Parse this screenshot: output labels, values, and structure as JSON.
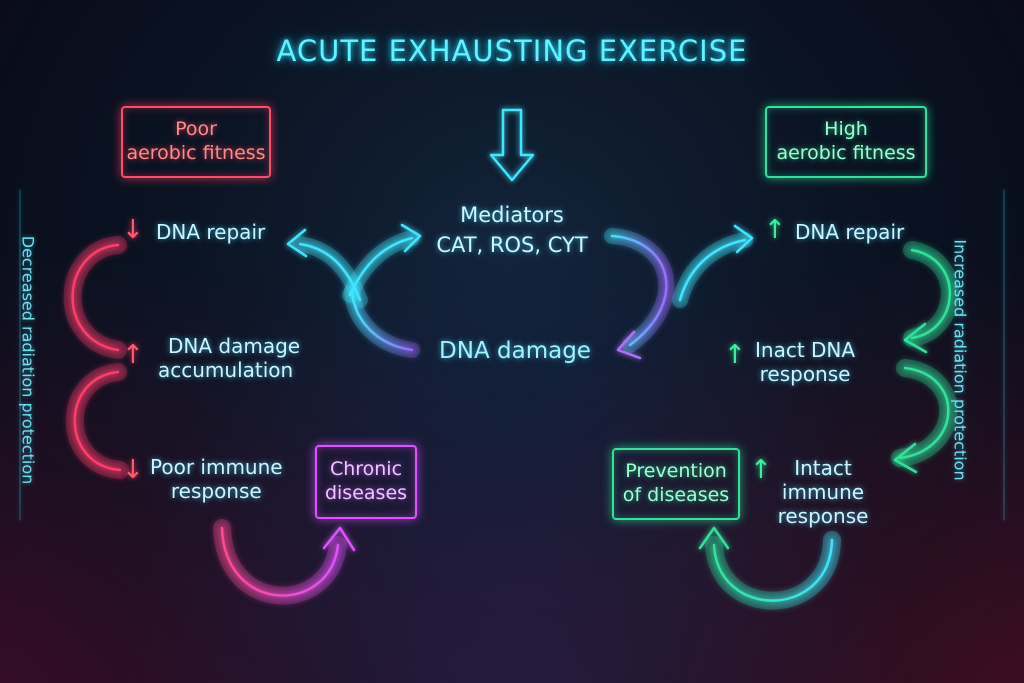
{
  "title": "ACUTE EXHAUSTING EXERCISE",
  "left": {
    "box_line1": "Poor",
    "box_line2": "aerobic fitness",
    "dna_repair": "DNA repair",
    "dna_damage_line1": "DNA damage",
    "dna_damage_line2": "accumulation",
    "immune_line1": "Poor immune",
    "immune_line2": "response",
    "chronic_line1": "Chronic",
    "chronic_line2": "diseases",
    "side_label": "Decreased radiation protection",
    "down_glyph": "↓",
    "up_glyph": "↑"
  },
  "center": {
    "mediators": "Mediators",
    "mediators_list": "CAT, ROS, CYT",
    "dna_damage": "DNA damage"
  },
  "right": {
    "box_line1": "High",
    "box_line2": "aerobic fitness",
    "dna_repair": "DNA repair",
    "response_line1": "Inact DNA",
    "response_line2": "response",
    "immune_line1": "Intact",
    "immune_line2": "immune",
    "immune_line3": "response",
    "prevention_line1": "Prevention",
    "prevention_line2": "of diseases",
    "side_label": "Increased radiation protection",
    "up_glyph": "↑"
  },
  "colors": {
    "cyan": "#3fe6ff",
    "red": "#ff4a6a",
    "green": "#2fe39a",
    "magenta": "#e052ff"
  }
}
